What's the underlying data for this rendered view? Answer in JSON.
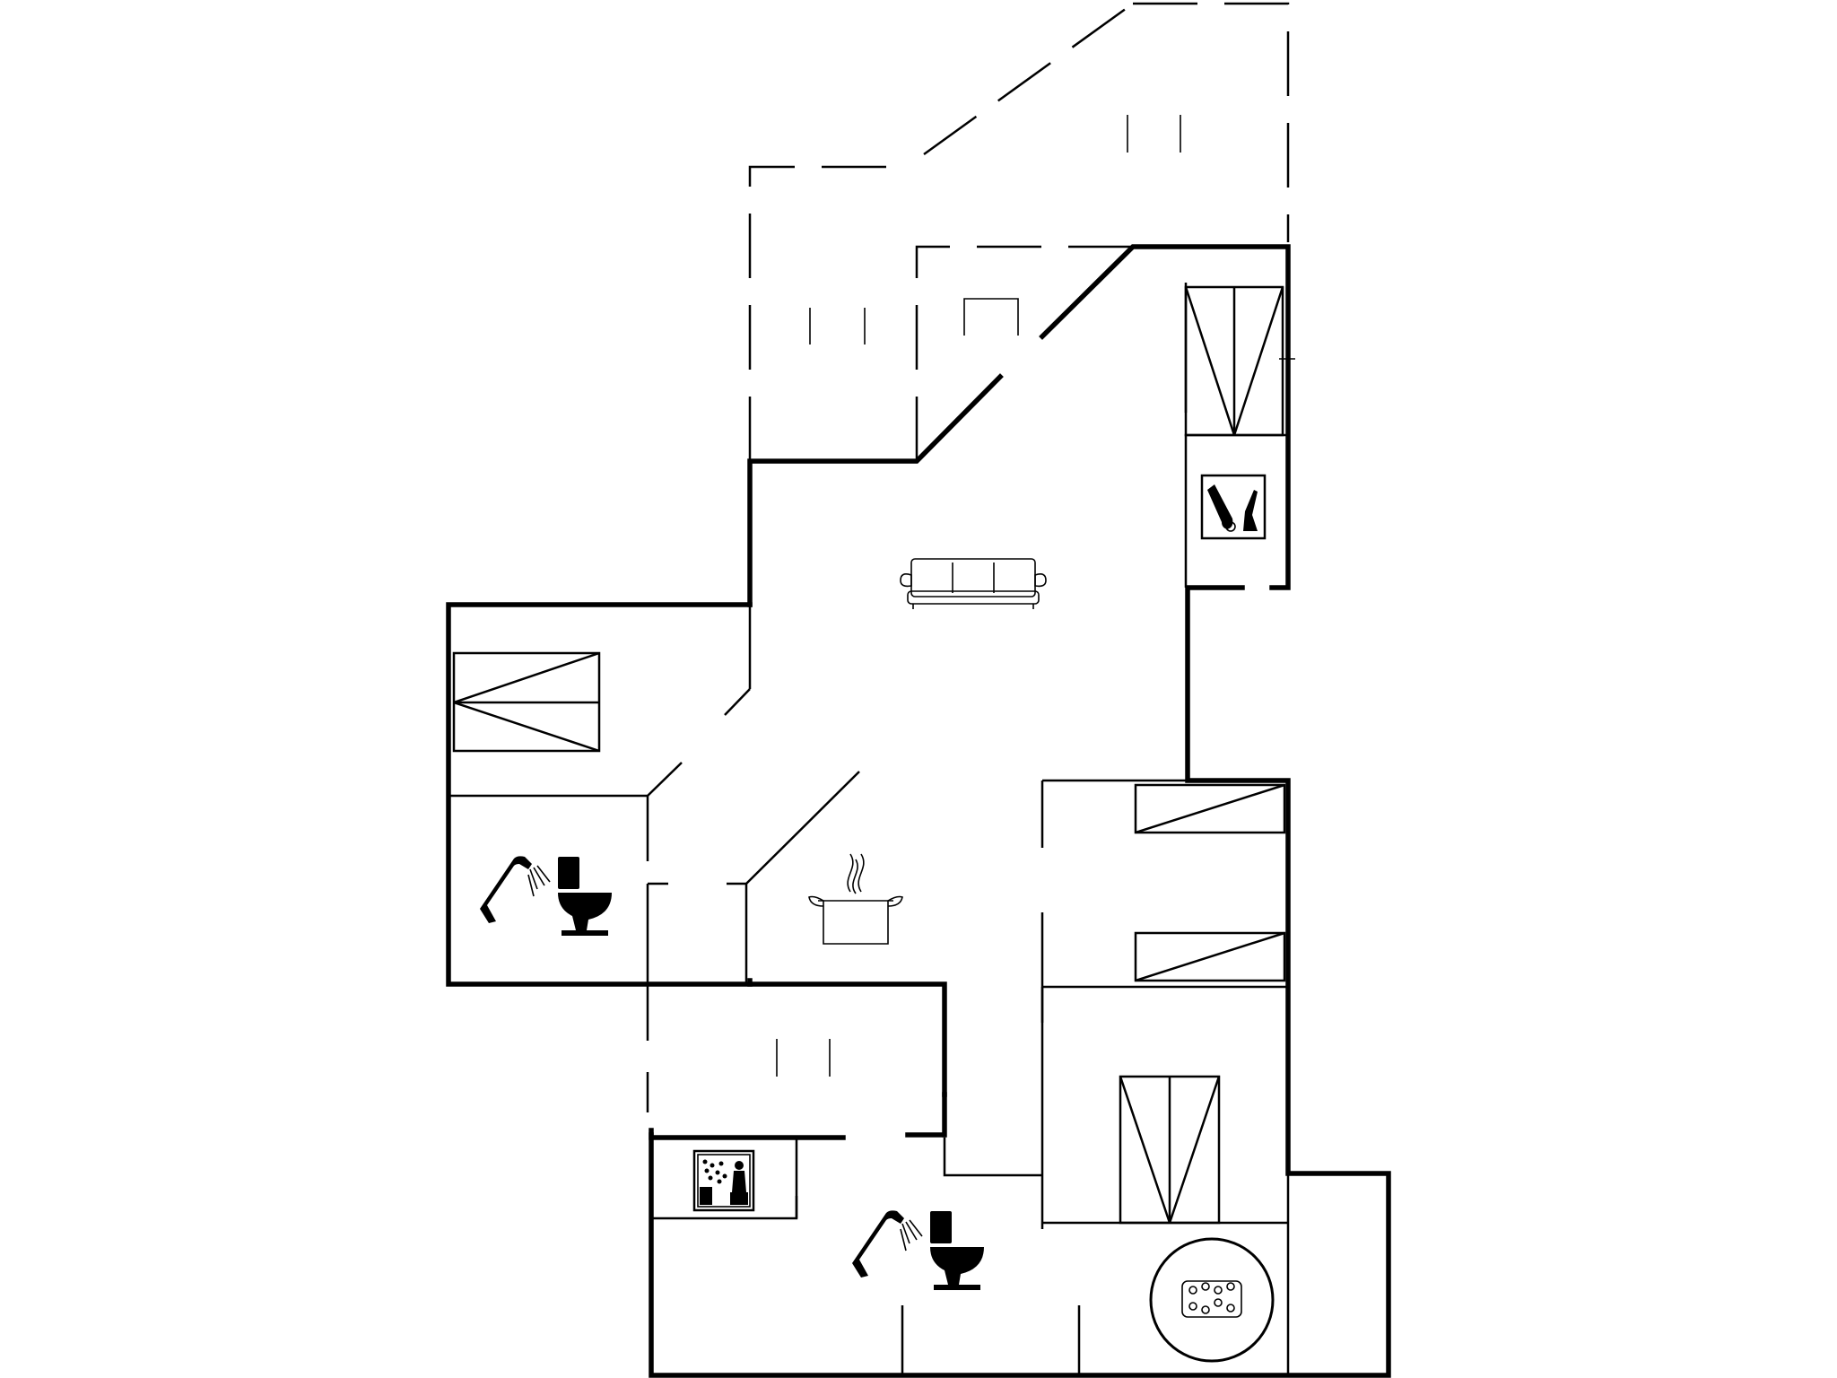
{
  "plan": {
    "colors": {
      "wall": "#000000",
      "background": "#ffffff"
    },
    "rooms": [
      {
        "id": "living",
        "icon": "sofa-icon"
      },
      {
        "id": "kitchen",
        "icon": "cooking-pot-icon"
      },
      {
        "id": "bathroom-west",
        "icons": [
          "shower-icon",
          "toilet-icon"
        ]
      },
      {
        "id": "bathroom-south",
        "icons": [
          "shower-icon",
          "toilet-icon"
        ]
      },
      {
        "id": "sauna",
        "icon": "sauna-icon"
      },
      {
        "id": "spa",
        "icon": "whirlpool-icon"
      },
      {
        "id": "utility",
        "icon": "washing-machine-icon"
      },
      {
        "id": "bedroom-north",
        "icon": "double-bed-icon"
      },
      {
        "id": "bedroom-west",
        "icon": "double-bed-icon"
      },
      {
        "id": "bedroom-east",
        "icon": "single-beds-icon"
      },
      {
        "id": "bedroom-south",
        "icon": "double-bed-icon"
      },
      {
        "id": "terraces",
        "style": "dashed"
      }
    ]
  }
}
